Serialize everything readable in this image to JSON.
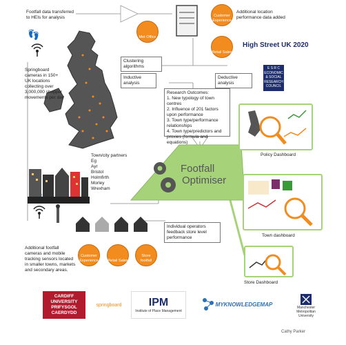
{
  "notes": {
    "footfall_transfer": "Footfall data transferred to HEIs for analysis",
    "additional_location": "Additional location performance data added",
    "springboard_cameras": "Springboard cameras in 150+ UK locations collecting over 3,000,000 shopper movements per day",
    "town_partners": [
      "Town/city partners",
      "Eg",
      "Ayr",
      "Bristol",
      "Holmfirth",
      "Morley",
      "Wrexham"
    ],
    "additional_cameras": "Additional footfall cameras and mobile tracking sensors located in smaller towns, markets and secondary areas.",
    "individual_operators": "Individual operators feedback store level performance",
    "research_outcomes": {
      "title": "Research Outcomes:",
      "items": [
        "1. New typology of town centres",
        "2. Influence of 201 factors upon performance",
        "3. Town type/performance relationships",
        "4. Town type/predictors and proxies (formula and equations)"
      ]
    }
  },
  "boxes": {
    "clustering": "Clustering algorithms",
    "inductive": "Inductive analysis",
    "deductive": "Deductive analysis"
  },
  "circles": {
    "met_office": "Met Office",
    "customer_experience": "Customer Experience",
    "retail_sales": "Retail Sales",
    "customer_experience_2": "Customer Experience",
    "retail_sales_2": "Retail Sales",
    "store_footfall": "Store footfall"
  },
  "central": {
    "line1": "Footfall",
    "line2": "Optimiser"
  },
  "dashboards": {
    "policy": "Policy Dashboard",
    "town": "Town dashboard",
    "store": "Store Dashboard"
  },
  "logos": {
    "highstreet": "High Street UK 2020",
    "esrc": [
      "E S R C",
      "ECONOMIC",
      "& SOCIAL",
      "RESEARCH",
      "COUNCIL"
    ],
    "cardiff": [
      "CARDIFF",
      "UNIVERSITY",
      "PRIFYSGOL",
      "CAERDYDD"
    ],
    "springboard": "springboard",
    "ipm": "IPM",
    "ipm_sub": "Institute of Place Management",
    "mykm": "MYKNOWLEDGEMAP",
    "mmu": [
      "Manchester",
      "Metropolitan",
      "University"
    ]
  },
  "credit": "Cathy Parker",
  "colors": {
    "orange": "#f28c1f",
    "green": "#a6d37a",
    "purple": "#7a2f6b",
    "navy": "#1d2d6b",
    "cardiff_red": "#b01c2e"
  }
}
